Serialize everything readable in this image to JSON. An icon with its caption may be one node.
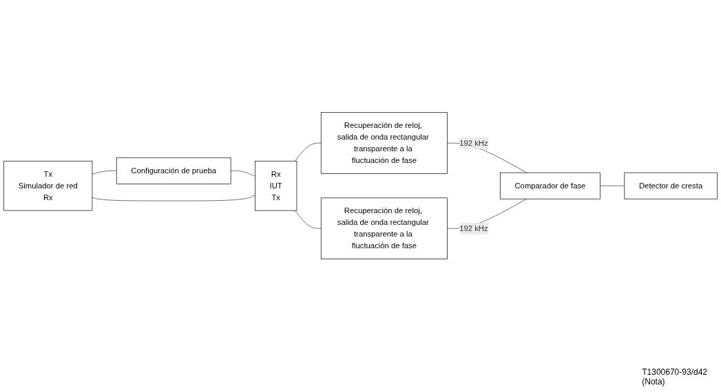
{
  "diagram": {
    "nodes": [
      {
        "text": [
          "Tx",
          "Simulador de red",
          "Rx"
        ]
      },
      {
        "text": [
          "Configuración de prueba"
        ]
      },
      {
        "text": [
          "Rx",
          "IUT",
          "Tx"
        ]
      },
      {
        "text": [
          "Recuperación de reloj, salida de onda rectangular transparente a la fluctuación de fase"
        ]
      },
      {
        "text": [
          "Recuperación de reloj, salida de onda rectangular transparente a la fluctuación de fase"
        ]
      },
      {
        "text": [
          "Comparador de fase"
        ]
      },
      {
        "text": [
          "Detector de cresta"
        ]
      }
    ],
    "edges": [
      {
        "from": 0,
        "to": 1,
        "arrow": "none"
      },
      {
        "from": 1,
        "to": 2,
        "arrow": "none"
      },
      {
        "from": 0,
        "to": 2,
        "arrow": "none"
      },
      {
        "from": 2,
        "to": 3,
        "arrow": "none"
      },
      {
        "from": 2,
        "to": 4,
        "arrow": "none"
      },
      {
        "from": 3,
        "to": 5,
        "label": "192 kHz",
        "arrow": "none"
      },
      {
        "from": 4,
        "to": 5,
        "label": "192 kHz",
        "arrow": "none"
      },
      {
        "from": 5,
        "to": 6,
        "arrow": "none"
      }
    ],
    "labels": [
      "T1300670-93/d42",
      "(Nota)"
    ]
  }
}
